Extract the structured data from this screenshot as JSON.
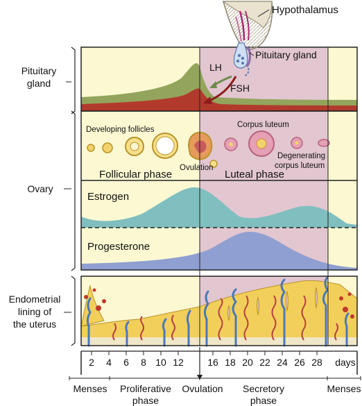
{
  "labels": {
    "hypothalamus": "Hypothalamus",
    "pituitary_gland_callout": "Pituitary gland",
    "lh": "LH",
    "fsh": "FSH",
    "pituitary_row": [
      "Pituitary",
      "gland"
    ],
    "ovary_row": "Ovary",
    "endometrium_row": [
      "Endometrial",
      "lining of",
      "the uterus"
    ],
    "developing_follicles": "Developing follicles",
    "corpus_luteum": "Corpus luteum",
    "degenerating_cl": [
      "Degenerating",
      "corpus luteum"
    ],
    "ovulation_image": "Ovulation",
    "follicular_phase": "Follicular phase",
    "luteal_phase": "Luteal phase",
    "estrogen": "Estrogen",
    "progesterone": "Progesterone"
  },
  "day_axis": {
    "ticks": [
      "2",
      "4",
      "6",
      "8",
      "10",
      "12",
      "16",
      "18",
      "20",
      "22",
      "24",
      "26",
      "28"
    ],
    "unit": "days"
  },
  "phases": {
    "menses_start": "Menses",
    "proliferative": [
      "Proliferative",
      "phase"
    ],
    "ovulation": "Ovulation",
    "secretory": [
      "Secretory",
      "phase"
    ],
    "menses_end": "Menses"
  },
  "colors": {
    "follicular_bg": "#fbf8d2",
    "luteal_bg": "#e2c6d0",
    "lh_curve": "#b23a2c",
    "fsh_curve": "#93a55c",
    "estrogen_curve": "#7fbfbf",
    "progesterone_curve": "#8f9fd1",
    "endometrium": "#f2cf5a",
    "arteries_red": "#c0392b",
    "arteries_blue": "#4a78b8"
  }
}
